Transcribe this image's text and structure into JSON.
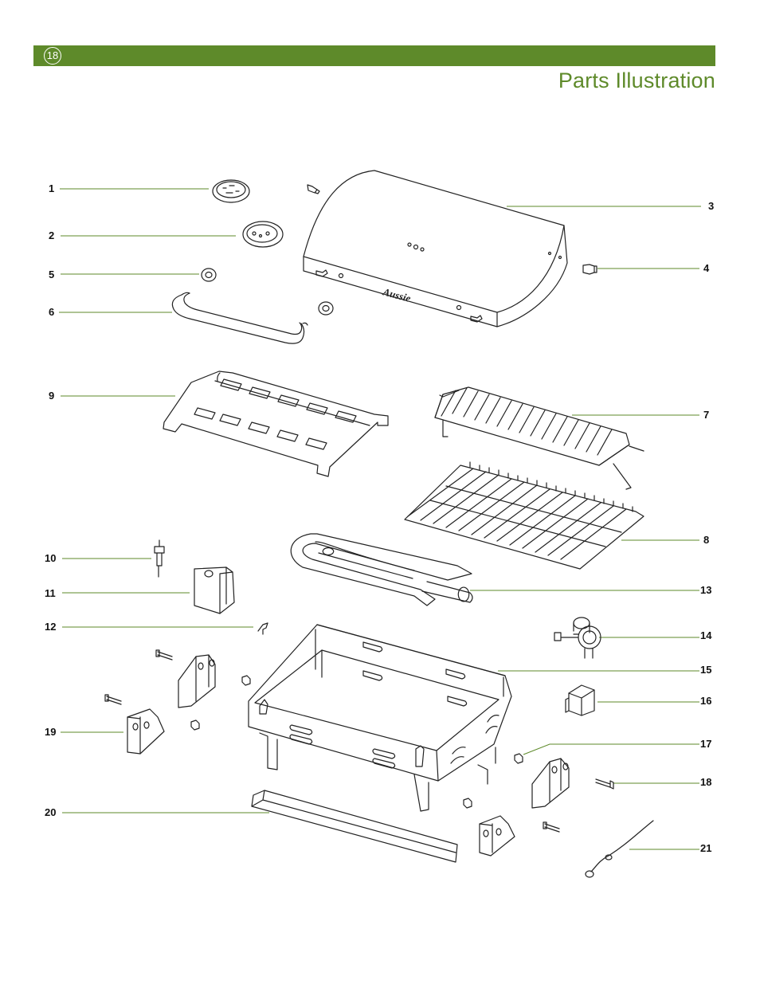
{
  "header": {
    "page_number": "18",
    "title": "Parts Illustration"
  },
  "colors": {
    "accent_green": "#5e8a2a",
    "leader_line": "#5e8a2a",
    "line_art": "#222222"
  },
  "lid_brand": "Aussie",
  "callouts": {
    "c1": "1",
    "c2": "2",
    "c3": "3",
    "c4": "4",
    "c5": "5",
    "c6": "6",
    "c7": "7",
    "c8": "8",
    "c9": "9",
    "c10": "10",
    "c11": "11",
    "c12": "12",
    "c13": "13",
    "c14": "14",
    "c15": "15",
    "c16": "16",
    "c17": "17",
    "c18": "18",
    "c19": "19",
    "c20": "20",
    "c21": "21"
  }
}
